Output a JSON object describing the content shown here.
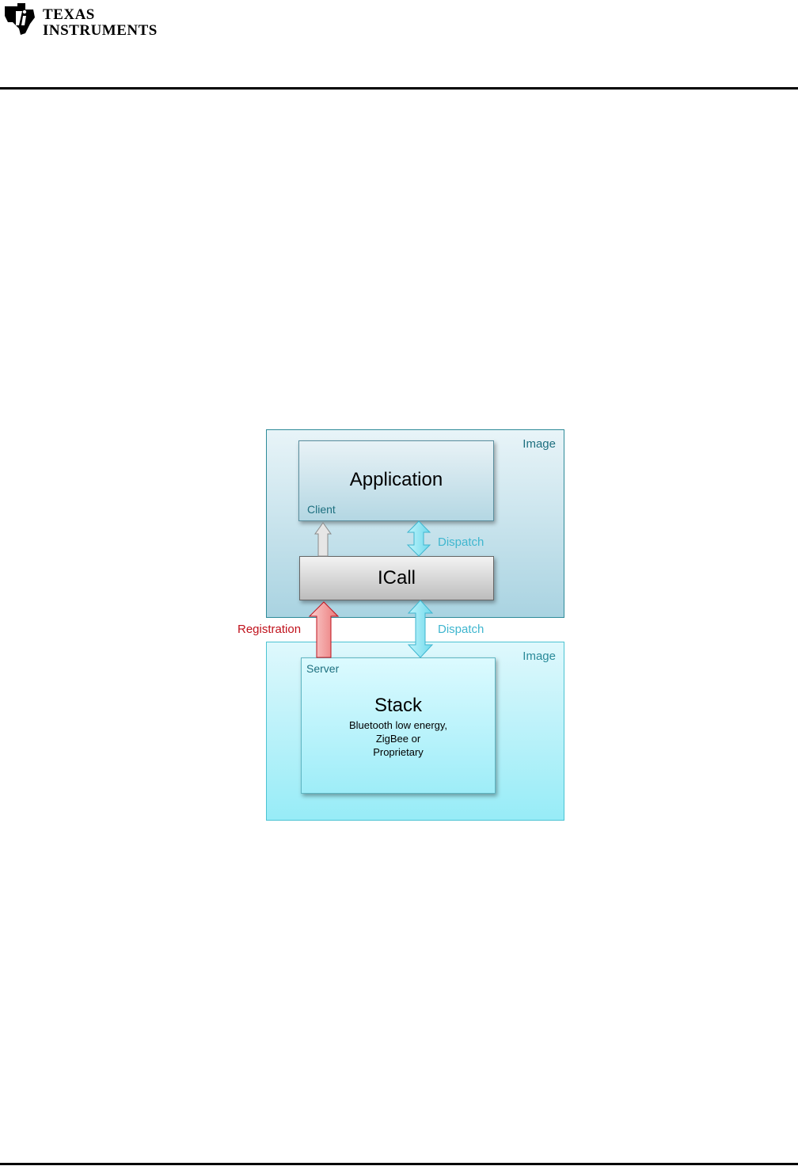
{
  "header": {
    "logo_line1": "TEXAS",
    "logo_line2": "INSTRUMENTS"
  },
  "diagram": {
    "image_top_label": "Image",
    "image_bottom_label": "Image",
    "application": {
      "title": "Application",
      "role": "Client"
    },
    "icall": {
      "title": "ICall"
    },
    "stack": {
      "title": "Stack",
      "role": "Server",
      "description_lines": [
        "Bluetooth low energy,",
        "ZigBee or",
        "Proprietary"
      ]
    },
    "arrows": {
      "dispatch_upper": "Dispatch",
      "dispatch_lower": "Dispatch",
      "registration": "Registration"
    },
    "colors": {
      "dispatch": "#3fb6cf",
      "registration": "#c0121c",
      "registration_arrow_fill": "#f4a3a3",
      "client_arrow_fill": "#e6e6e6"
    }
  }
}
